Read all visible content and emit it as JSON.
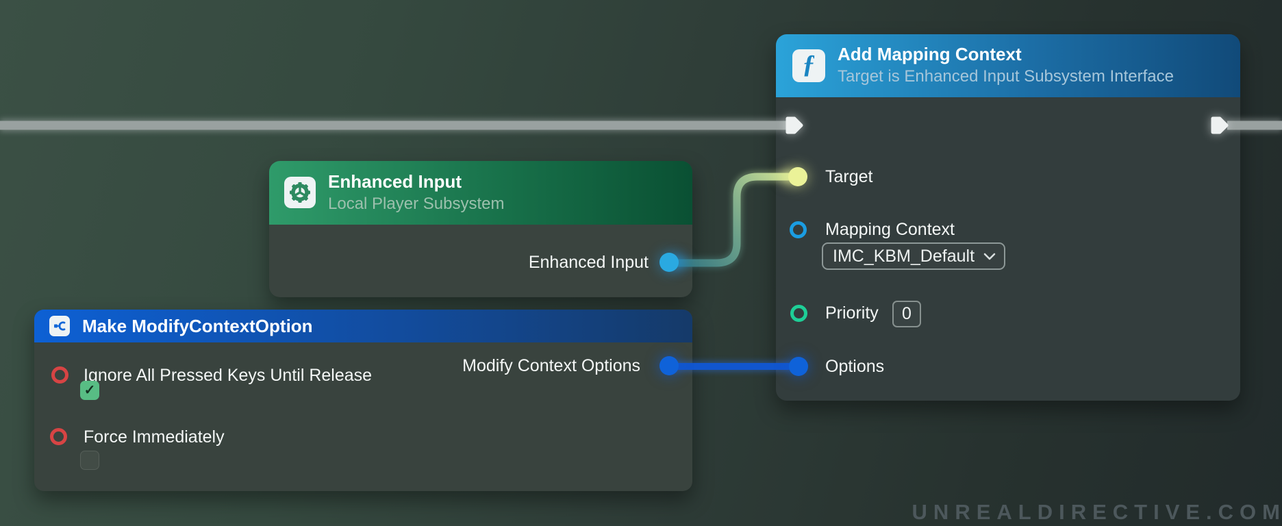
{
  "watermark": "UNREALDIRECTIVE.COM",
  "glyphs": {
    "function": "ƒ",
    "check": "✓"
  },
  "colors": {
    "exec_wire": "#99a1a0",
    "data_wire_blue": "#1156ce",
    "data_wire_teal_start": "#2a6f80",
    "data_wire_teal_end": "#d8e795",
    "pin_target_yellow": "#ebf298",
    "pin_object_blue": "#1b9de2",
    "pin_struct_blue": "#0f62d9",
    "pin_int_green": "#1ecf97",
    "pin_bool_red": "#d74444",
    "checkbox_checked_green": "#58bd84",
    "header_function_blue_start": "#2ba3d9",
    "header_function_blue_end": "#114a79",
    "header_subsystem_green_start": "#2f9b6a",
    "header_subsystem_green_end": "#0a5033",
    "header_make_blue_start": "#0d60d4",
    "header_make_blue_end": "#153a69"
  },
  "nodes": {
    "add_mapping_context": {
      "title": "Add Mapping Context",
      "subtitle": "Target is Enhanced Input Subsystem Interface",
      "pins": {
        "target": {
          "label": "Target"
        },
        "mapping_context": {
          "label": "Mapping Context",
          "value": "IMC_KBM_Default"
        },
        "priority": {
          "label": "Priority",
          "value": "0"
        },
        "options": {
          "label": "Options"
        }
      }
    },
    "enhanced_input": {
      "title": "Enhanced Input",
      "subtitle": "Local Player Subsystem",
      "output": {
        "label": "Enhanced Input"
      }
    },
    "make_modify_context_option": {
      "title": "Make ModifyContextOption",
      "pins": {
        "ignore_all_pressed_keys": {
          "label": "Ignore All Pressed Keys Until Release",
          "checked": true
        },
        "force_immediately": {
          "label": "Force Immediately",
          "checked": false
        },
        "output": {
          "label": "Modify Context Options"
        }
      }
    }
  }
}
